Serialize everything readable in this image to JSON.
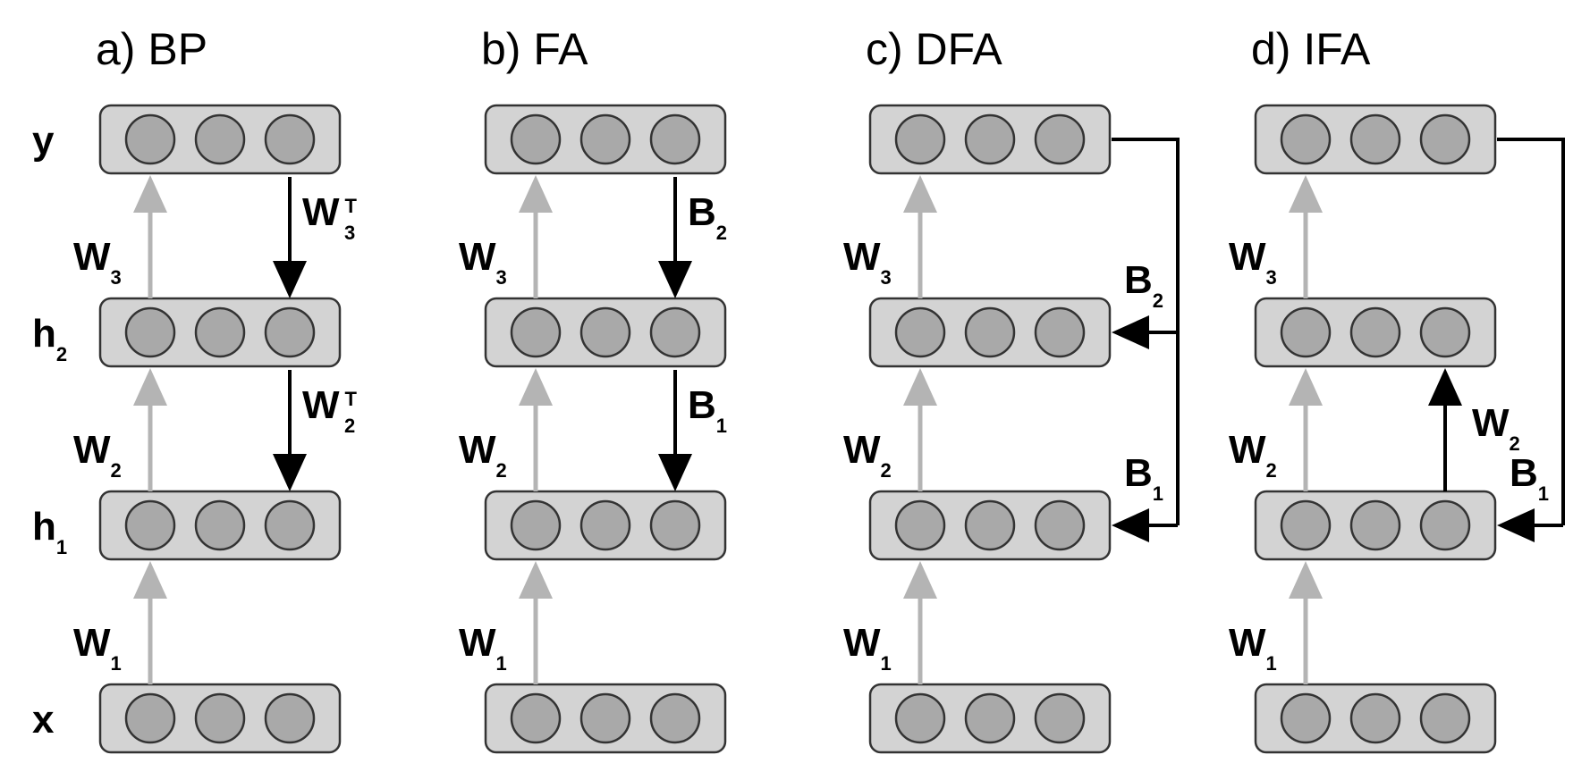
{
  "row_labels": [
    {
      "base": "y",
      "sub": ""
    },
    {
      "base": "h",
      "sub": "2"
    },
    {
      "base": "h",
      "sub": "1"
    },
    {
      "base": "x",
      "sub": ""
    }
  ],
  "panels": [
    {
      "title": "a) BP",
      "forward_labels": [
        {
          "base": "W",
          "sub": "3"
        },
        {
          "base": "W",
          "sub": "2"
        },
        {
          "base": "W",
          "sub": "1"
        }
      ],
      "feedback_type": "sequential",
      "feedback_labels": [
        {
          "base": "W",
          "sub": "3",
          "sup": "T"
        },
        {
          "base": "W",
          "sub": "2",
          "sup": "T"
        }
      ]
    },
    {
      "title": "b) FA",
      "forward_labels": [
        {
          "base": "W",
          "sub": "3"
        },
        {
          "base": "W",
          "sub": "2"
        },
        {
          "base": "W",
          "sub": "1"
        }
      ],
      "feedback_type": "sequential",
      "feedback_labels": [
        {
          "base": "B",
          "sub": "2",
          "sup": ""
        },
        {
          "base": "B",
          "sub": "1",
          "sup": ""
        }
      ]
    },
    {
      "title": "c) DFA",
      "forward_labels": [
        {
          "base": "W",
          "sub": "3"
        },
        {
          "base": "W",
          "sub": "2"
        },
        {
          "base": "W",
          "sub": "1"
        }
      ],
      "feedback_type": "direct",
      "feedback_labels": [
        {
          "base": "B",
          "sub": "2",
          "sup": ""
        },
        {
          "base": "B",
          "sub": "1",
          "sup": ""
        }
      ]
    },
    {
      "title": "d) IFA",
      "forward_labels": [
        {
          "base": "W",
          "sub": "3"
        },
        {
          "base": "W",
          "sub": "2"
        },
        {
          "base": "W",
          "sub": "1"
        }
      ],
      "feedback_type": "indirect",
      "feedback_labels": [
        {
          "base": "W",
          "sub": "2",
          "sup": ""
        },
        {
          "base": "B",
          "sub": "1",
          "sup": ""
        }
      ]
    }
  ],
  "colors": {
    "layer_fill": "#d3d3d3",
    "neuron_fill": "#a9a9a9",
    "forward_arrow": "#b4b4b4",
    "feedback_arrow": "#000000"
  }
}
